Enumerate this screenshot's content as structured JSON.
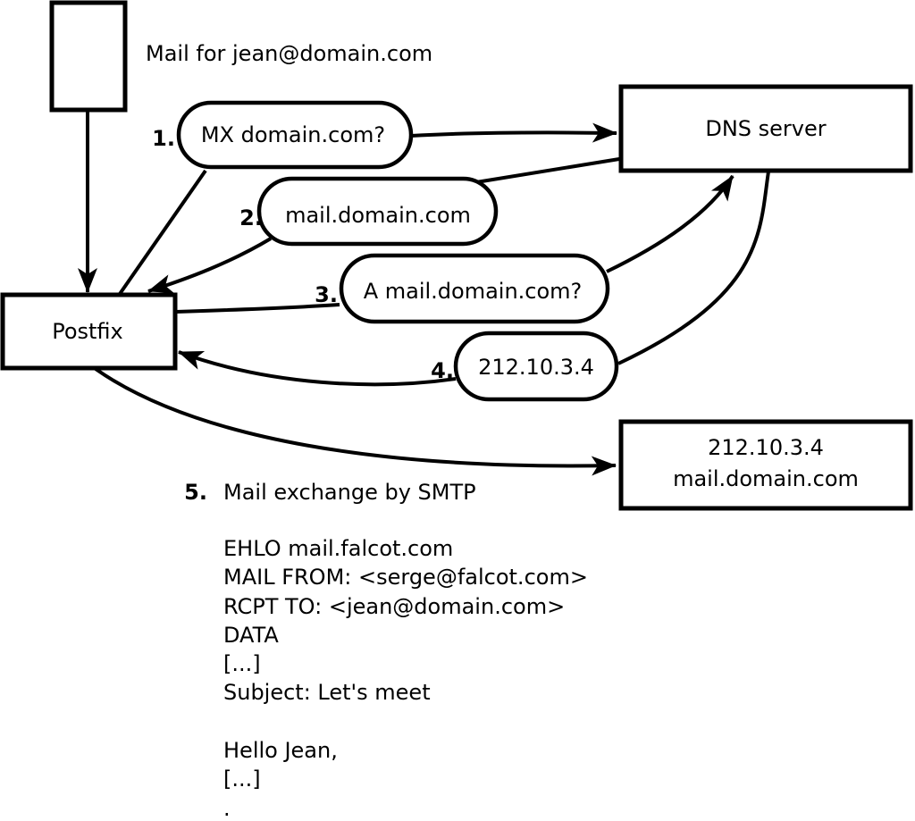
{
  "colors": {
    "ink": "#000000",
    "paper": "#ffffff"
  },
  "note": {
    "mail_label": "Mail for jean@domain.com"
  },
  "nodes": {
    "postfix": {
      "label": "Postfix"
    },
    "dns": {
      "label": "DNS server"
    },
    "mail_server": {
      "line1": "212.10.3.4",
      "line2": "mail.domain.com"
    }
  },
  "steps": [
    {
      "num": "1.",
      "label": "MX domain.com?"
    },
    {
      "num": "2.",
      "label": "mail.domain.com"
    },
    {
      "num": "3.",
      "label": "A mail.domain.com?"
    },
    {
      "num": "4.",
      "label": "212.10.3.4"
    },
    {
      "num": "5.",
      "label": "Mail exchange by SMTP"
    }
  ],
  "smtp_session": "EHLO mail.falcot.com\nMAIL FROM: <serge@falcot.com>\nRCPT TO: <jean@domain.com>\nDATA\n[...]\nSubject: Let's meet\n\nHello Jean,\n[...]\n."
}
